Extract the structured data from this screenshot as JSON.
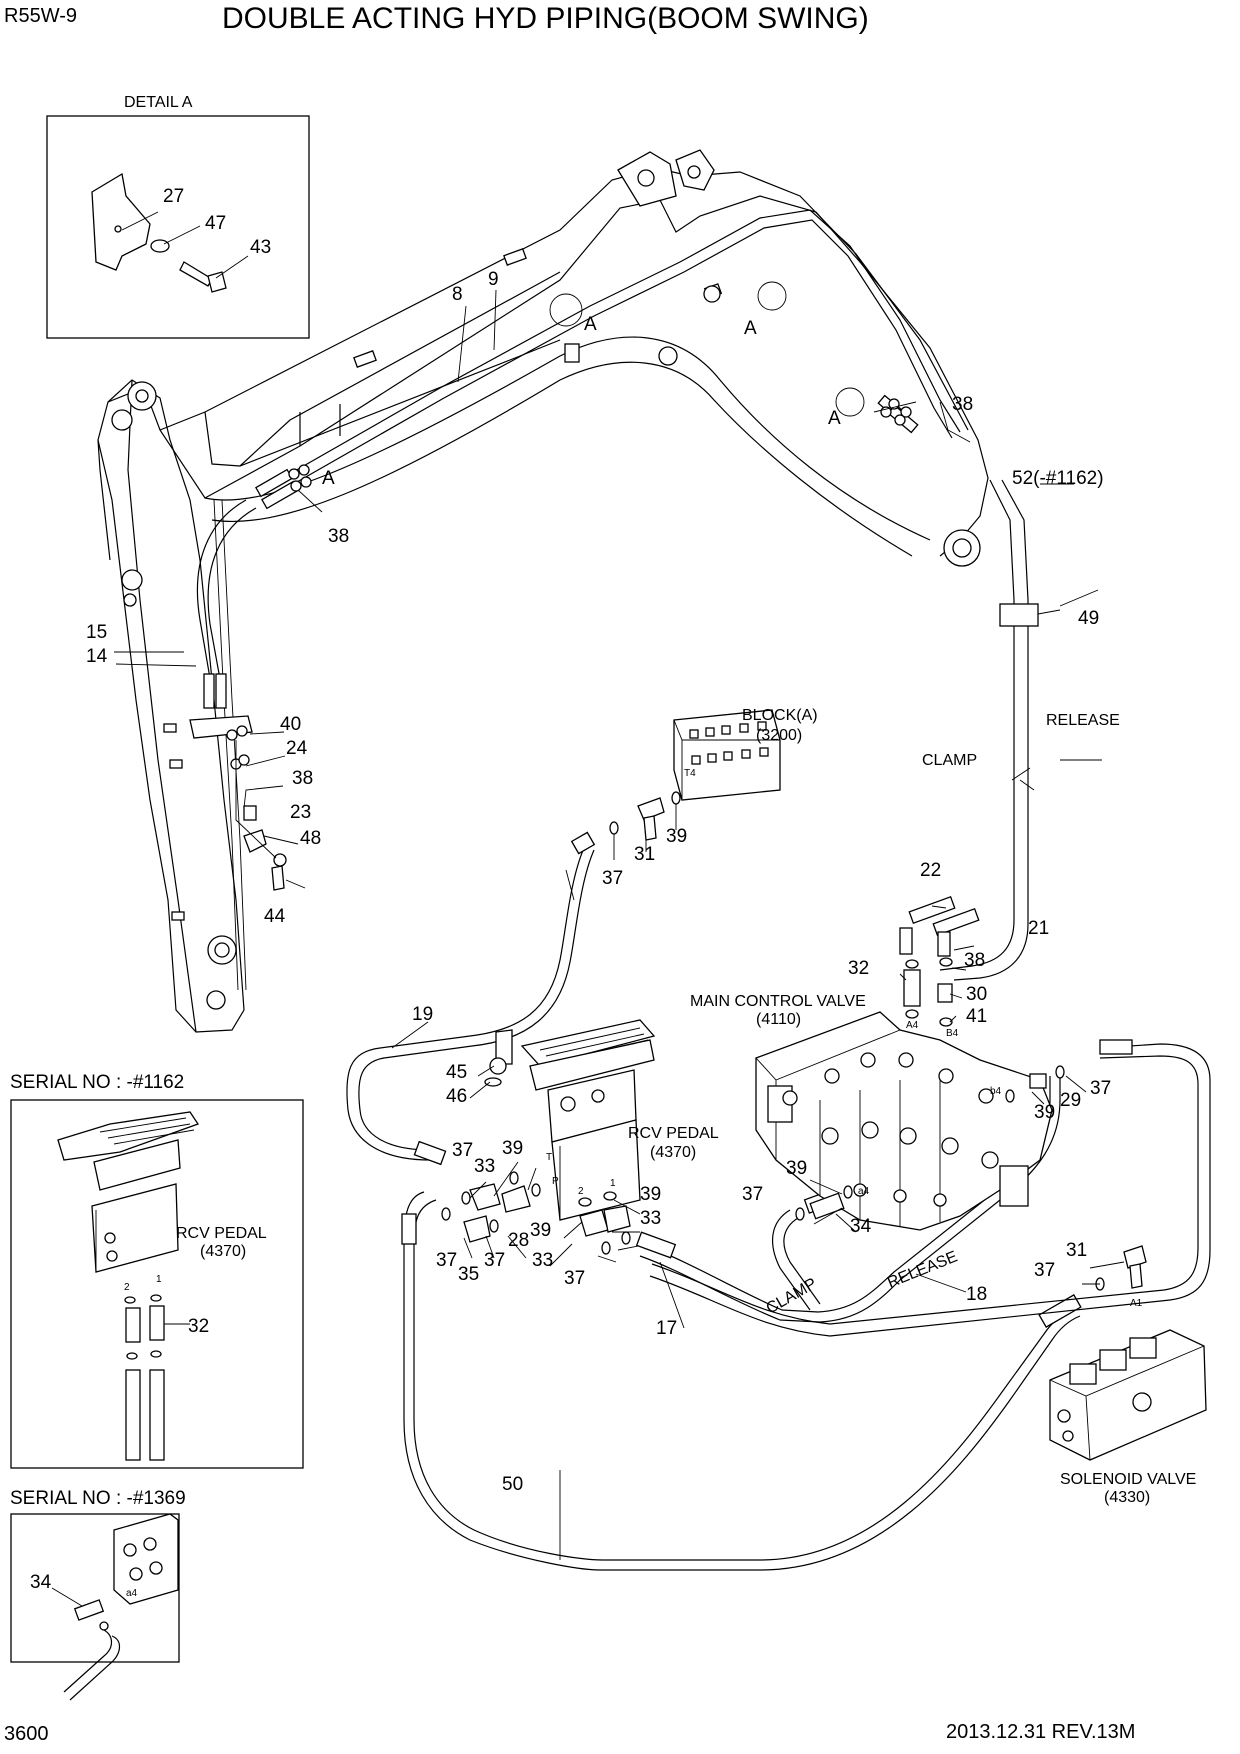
{
  "header": {
    "model": "R55W-9",
    "title": "DOUBLE ACTING HYD PIPING(BOOM SWING)"
  },
  "footer": {
    "page_number": "3600",
    "revision": "2013.12.31  REV.13M"
  },
  "insets": {
    "detail_a": "DETAIL A",
    "serial_1162": "SERIAL NO : -#1162",
    "serial_1369": "SERIAL NO : -#1369"
  },
  "components": {
    "block_a": "BLOCK(A)",
    "block_a_code": "(3200)",
    "main_control_valve": "MAIN CONTROL VALVE",
    "main_control_valve_code": "(4110)",
    "rcv_pedal": "RCV PEDAL",
    "rcv_pedal_code": "(4370)",
    "solenoid_valve": "SOLENOID VALVE",
    "solenoid_valve_code": "(4330)"
  },
  "hose_labels": {
    "release": "RELEASE",
    "clamp": "CLAMP"
  },
  "port_labels": {
    "t4": "T4",
    "a4": "A4",
    "b4": "B4",
    "b4_small": "b4",
    "a4_small": "a4",
    "t": "T",
    "p": "P",
    "one": "1",
    "two": "2",
    "a1": "A1",
    "a": "A"
  },
  "callouts": {
    "c8": "8",
    "c9": "9",
    "c14": "14",
    "c15": "15",
    "c17": "17",
    "c18": "18",
    "c19": "19",
    "c21": "21",
    "c22": "22",
    "c23": "23",
    "c24": "24",
    "c27": "27",
    "c28": "28",
    "c29": "29",
    "c30": "30",
    "c31": "31",
    "c32": "32",
    "c33": "33",
    "c34": "34",
    "c35": "35",
    "c37": "37",
    "c38": "38",
    "c39": "39",
    "c40": "40",
    "c41": "41",
    "c43": "43",
    "c44": "44",
    "c45": "45",
    "c46": "46",
    "c47": "47",
    "c48": "48",
    "c49": "49",
    "c50": "50",
    "c52": "52(-#1162)"
  }
}
